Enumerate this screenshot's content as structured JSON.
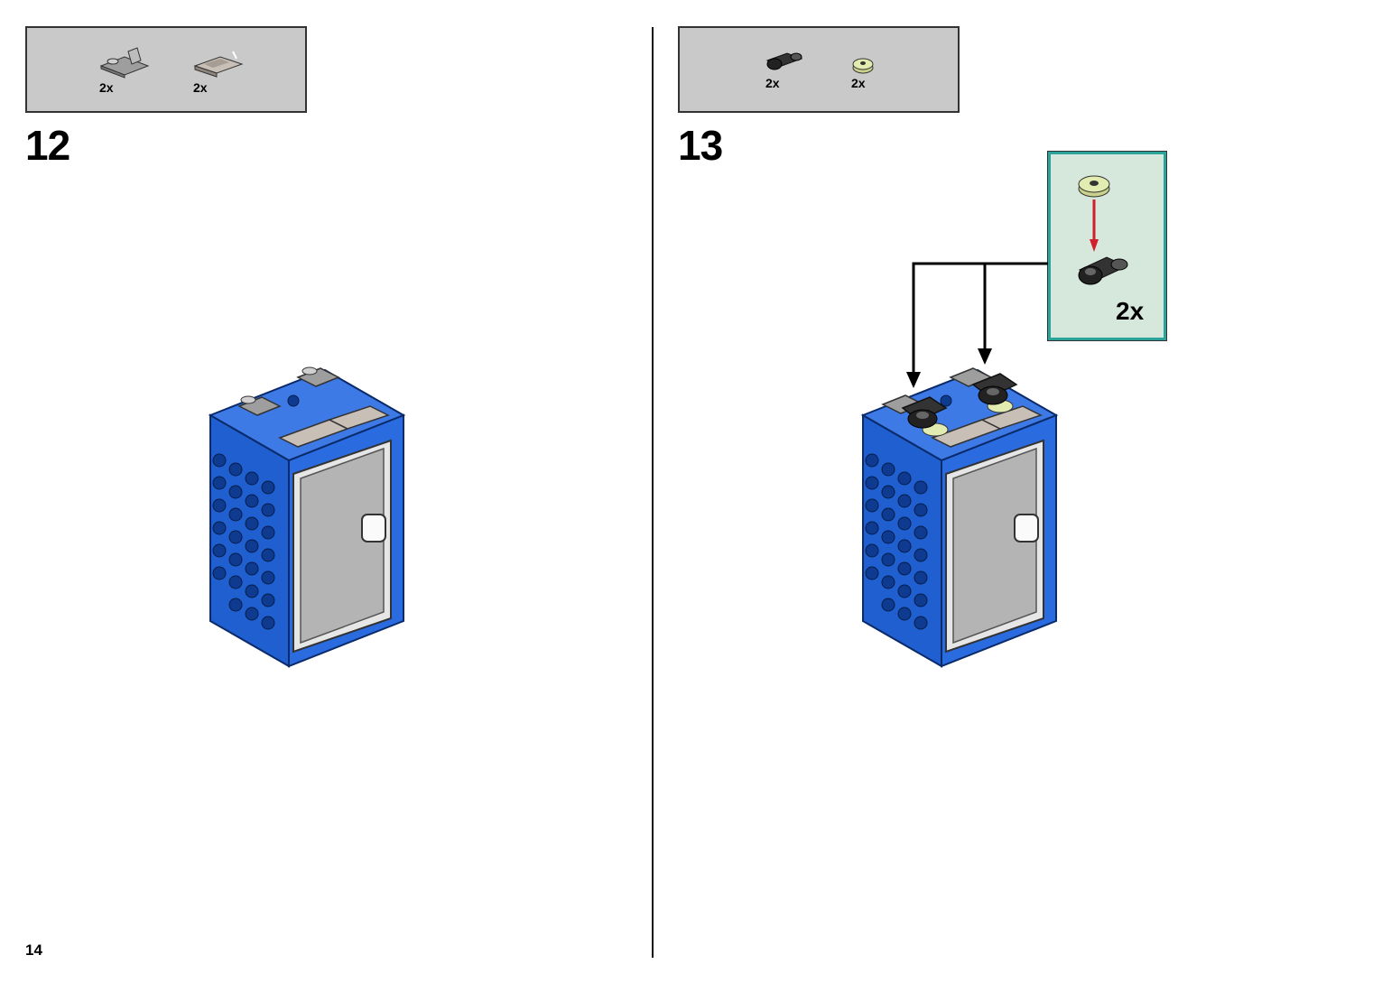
{
  "page": {
    "number": "14"
  },
  "steps": [
    {
      "number": "12",
      "parts": [
        {
          "icon": "clip-plate-icon",
          "qty": "2x"
        },
        {
          "icon": "tile-plate-icon",
          "qty": "2x"
        }
      ]
    },
    {
      "number": "13",
      "parts": [
        {
          "icon": "hinge-arm-icon",
          "qty": "2x"
        },
        {
          "icon": "round-plate-icon",
          "qty": "2x"
        }
      ],
      "callout": {
        "qty": "2x"
      }
    }
  ],
  "colors": {
    "parts_box": "#c9c9c9",
    "brick_blue": "#1f5fcf",
    "brick_blue_dark": "#0e3a8f",
    "door_gray": "#b4b4b4",
    "callout_bg": "#d6e7dc",
    "callout_border": "#2aa39a",
    "arrow_red": "#d0202a",
    "round_plate": "#e3ecb0"
  }
}
